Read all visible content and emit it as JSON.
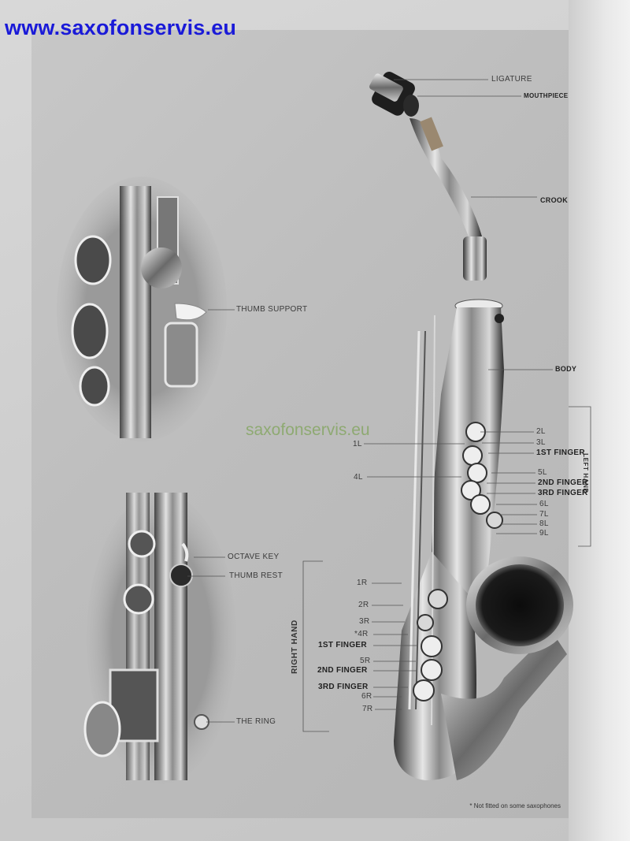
{
  "header": {
    "url": "www.saxofonservis.eu"
  },
  "watermark": "saxofonservis.eu",
  "labels": {
    "ligature": "LIGATURE",
    "mouthpiece": "MOUTHPIECE",
    "crook": "CROOK",
    "thumb_support": "THUMB SUPPORT",
    "body": "BODY",
    "k2l": "2L",
    "k3l": "3L",
    "k1l": "1L",
    "first_finger_left": "1ST FINGER",
    "k4l": "4L",
    "k5l": "5L",
    "second_finger_left": "2ND FINGER",
    "third_finger_left": "3RD FINGER",
    "k6l": "6L",
    "k7l": "7L",
    "k8l": "8L",
    "k9l": "9L",
    "left_hand": "LEFT HAND",
    "octave_key": "OCTAVE KEY",
    "thumb_rest": "THUMB REST",
    "right_hand": "RIGHT HAND",
    "k1r": "1R",
    "k2r": "2R",
    "k3r": "3R",
    "k4r": "*4R",
    "first_finger_right": "1ST FINGER",
    "k5r": "5R",
    "second_finger_right": "2ND FINGER",
    "third_finger_right": "3RD FINGER",
    "k6r": "6R",
    "k7r": "7R",
    "the_ring": "THE RING"
  },
  "footnote": "* Not fitted on some saxophones",
  "colors": {
    "url": "#1a1ad8",
    "watermark": "#8aa86a",
    "paper": "#c9c9c9"
  }
}
